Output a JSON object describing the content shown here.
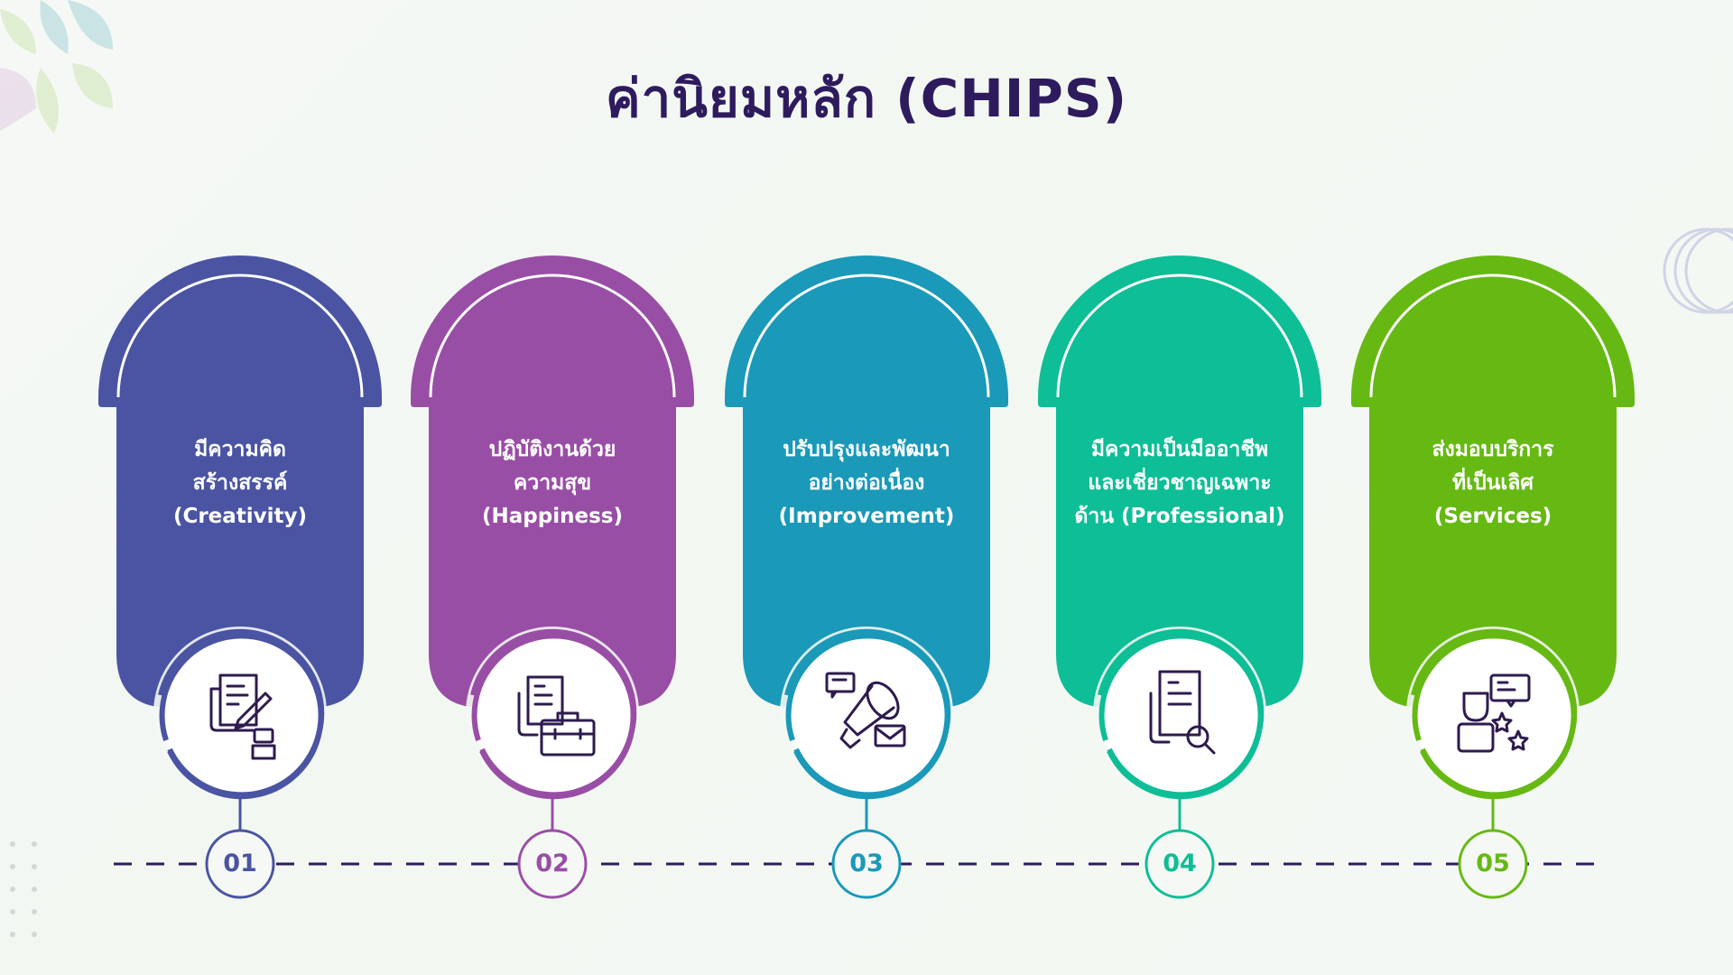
{
  "title": "ค่านิยมหลัก (CHIPS)",
  "values": [
    {
      "number": "01",
      "line1": "มีความคิด",
      "line2": "สร้างสรรค์",
      "line3": "(Creativity)",
      "color": "#4a54a3",
      "icon": "document-pencil-person-icon"
    },
    {
      "number": "02",
      "line1": "ปฏิบัติงานด้วย",
      "line2": "ความสุข",
      "line3": "(Happiness)",
      "color": "#994ea6",
      "icon": "document-briefcase-icon"
    },
    {
      "number": "03",
      "line1": "ปรับปรุงและพัฒนา",
      "line2": "อย่างต่อเนื่อง",
      "line3": "(Improvement)",
      "color": "#1a99b9",
      "icon": "megaphone-chat-mail-icon"
    },
    {
      "number": "04",
      "line1": "มีความเป็นมืออาชีพ",
      "line2": "และเชี่ยวชาญเฉพาะ",
      "line3": "ด้าน (Professional)",
      "color": "#0dbe96",
      "icon": "document-search-icon"
    },
    {
      "number": "05",
      "line1": "ส่งมอบบริการ",
      "line2": "ที่เป็นเลิศ",
      "line3": "(Services)",
      "color": "#66b913",
      "icon": "person-chat-stars-icon"
    }
  ]
}
